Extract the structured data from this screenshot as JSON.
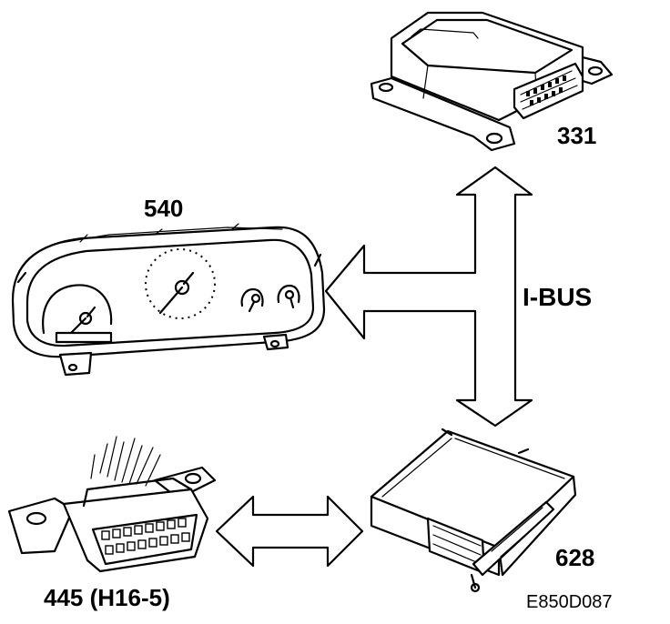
{
  "components": {
    "airbag_module": {
      "number": "331"
    },
    "instrument_cluster": {
      "number": "540"
    },
    "diagnostic_connector": {
      "number": "445 (H16-5)"
    },
    "control_module": {
      "number": "628"
    }
  },
  "bus": {
    "label": "I-BUS"
  },
  "figure_code": "E850D087"
}
